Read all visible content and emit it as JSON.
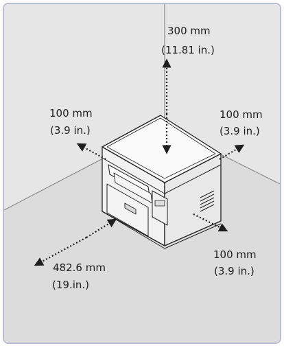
{
  "labels": {
    "top": {
      "mm": "300 mm",
      "in": "(11.81 in.)"
    },
    "left": {
      "mm": "100 mm",
      "in": "(3.9 in.)"
    },
    "right": {
      "mm": "100 mm",
      "in": "(3.9 in.)"
    },
    "bottom_right": {
      "mm": "100 mm",
      "in": "(3.9 in.)"
    },
    "front": {
      "mm": "482.6 mm",
      "in": "(19.in.)"
    }
  },
  "colors": {
    "background": "#e3e3e3",
    "floor": "#d9d9d9",
    "frame_border": "#b9bed2",
    "arrow": "#1e1e1e",
    "printer_body": "#f4f4f4",
    "printer_outline": "#1e1e1e"
  }
}
